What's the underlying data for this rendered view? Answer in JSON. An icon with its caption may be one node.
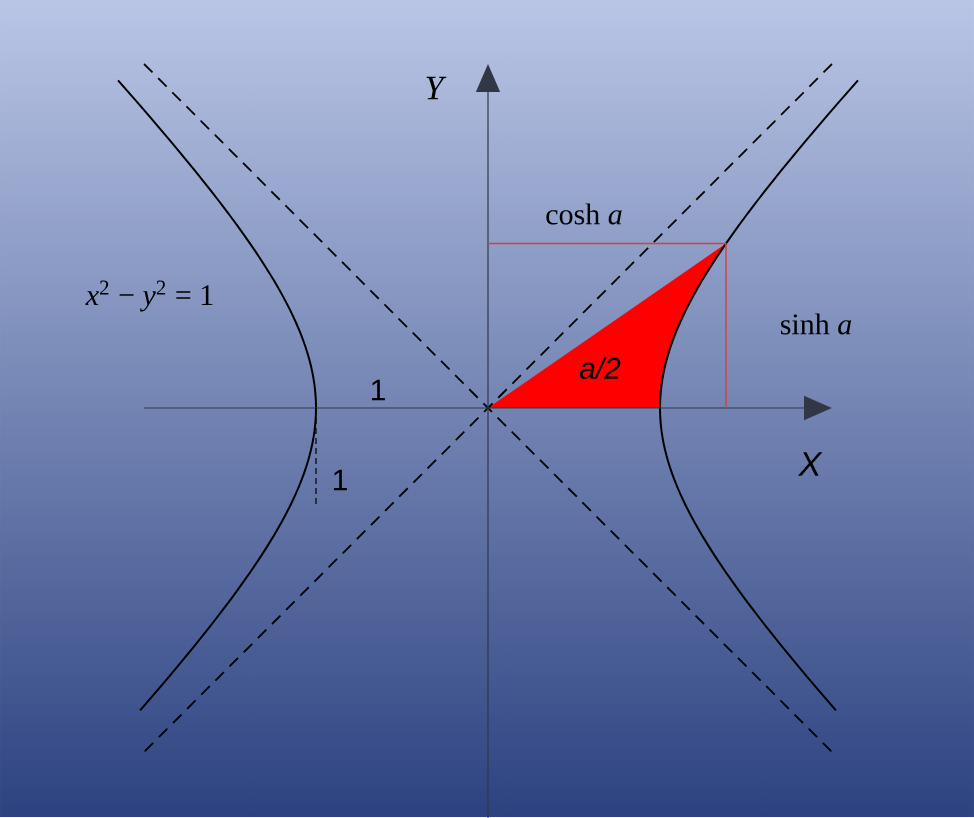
{
  "diagram": {
    "labels": [
      "Y",
      "cosh *a*",
      "*x*$^{2}$ − *y*$^{2}$ = 1",
      "sinh *a*",
      "*a*/2",
      "1",
      "X",
      "1"
    ]
  }
}
